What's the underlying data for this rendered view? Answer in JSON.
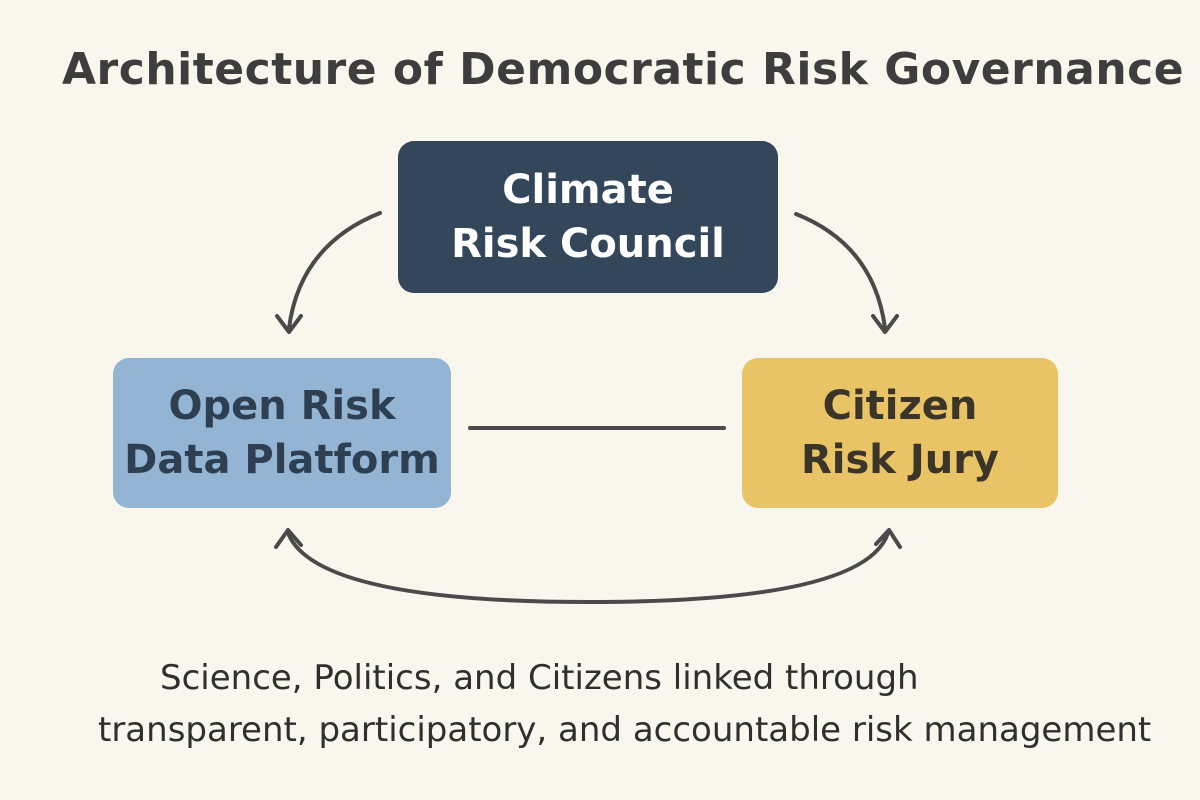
{
  "title": "Architecture of Democratic Risk Governance",
  "nodes": {
    "council": {
      "line1": "Climate",
      "line2": "Risk Council"
    },
    "platform": {
      "line1": "Open Risk",
      "line2": "Data Platform"
    },
    "jury": {
      "line1": "Citizen",
      "line2": "Risk Jury"
    }
  },
  "caption": {
    "line1": "Science, Politics, and Citizens linked through",
    "line2": "transparent, participatory, and accountable risk management"
  },
  "colors": {
    "background": "#f9f6ee",
    "title_text": "#3d3d3d",
    "council_fill": "#34465a",
    "council_text": "#ffffff",
    "platform_fill": "#93b4d2",
    "platform_text": "#2f3f52",
    "jury_fill": "#e8c466",
    "jury_text": "#3a3528",
    "connector": "#4a4a4a",
    "caption_text": "#2f2f2f"
  }
}
